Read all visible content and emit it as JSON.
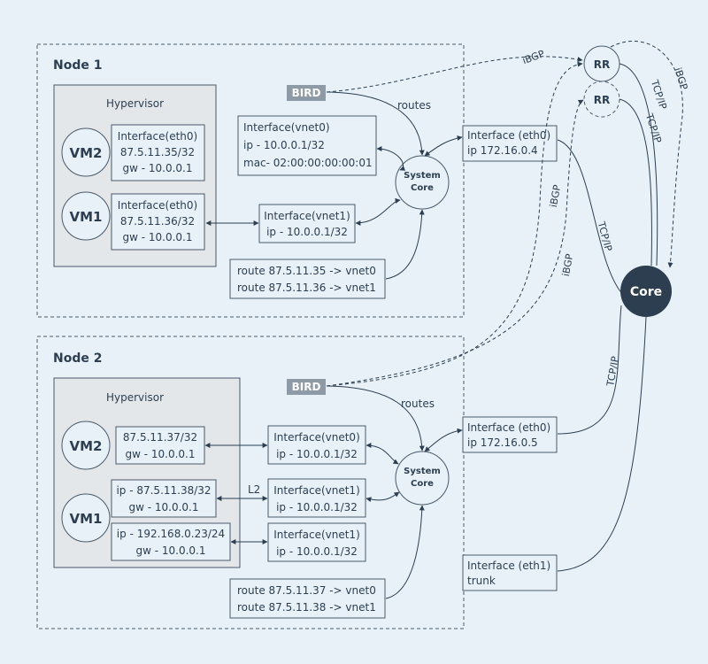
{
  "node1": {
    "title": "Node 1",
    "hypervisor": "Hypervisor",
    "vm2": {
      "name": "VM2",
      "iface": [
        "Interface(eth0)",
        "87.5.11.35/32",
        "gw - 10.0.0.1"
      ]
    },
    "vm1": {
      "name": "VM1",
      "iface": [
        "Interface(eth0)",
        "87.5.11.36/32",
        "gw - 10.0.0.1"
      ]
    },
    "vnet0": [
      "Interface(vnet0)",
      "ip - 10.0.0.1/32",
      "mac- 02:00:00:00:00:01"
    ],
    "vnet1": [
      "Interface(vnet1)",
      "ip - 10.0.0.1/32"
    ],
    "routes": [
      "route 87.5.11.35 -> vnet0",
      "route 87.5.11.36 -> vnet1"
    ],
    "bird": "BIRD",
    "routes_label": "routes",
    "system_core": [
      "System",
      "Core"
    ],
    "eth0": [
      "Interface (eth0)",
      "ip 172.16.0.4"
    ]
  },
  "node2": {
    "title": "Node 2",
    "hypervisor": "Hypervisor",
    "vm2": {
      "name": "VM2",
      "iface": [
        "87.5.11.37/32",
        "gw - 10.0.0.1"
      ]
    },
    "vm1": {
      "name": "VM1",
      "iface_a": [
        "ip - 87.5.11.38/32",
        "gw - 10.0.0.1"
      ],
      "iface_b": [
        "ip - 192.168.0.23/24",
        "gw - 10.0.0.1"
      ]
    },
    "vnet0": [
      "Interface(vnet0)",
      "ip - 10.0.0.1/32"
    ],
    "vnet1a": [
      "Interface(vnet1)",
      "ip - 10.0.0.1/32"
    ],
    "vnet1b": [
      "Interface(vnet1)",
      "ip - 10.0.0.1/32"
    ],
    "l2_label": "L2",
    "routes": [
      "route 87.5.11.37 -> vnet0",
      "route 87.5.11.38 -> vnet1"
    ],
    "bird": "BIRD",
    "routes_label": "routes",
    "system_core": [
      "System",
      "Core"
    ],
    "eth0": [
      "Interface (eth0)",
      "ip 172.16.0.5"
    ],
    "eth1": [
      "Interface (eth1)",
      "trunk"
    ]
  },
  "rr1": "RR",
  "rr2": "RR",
  "core": "Core",
  "labels": {
    "ibgp": "iBGP",
    "tcpip": "TCP/IP"
  },
  "colors": {
    "background": "#e8f1f7",
    "core": "#2c3e50",
    "bird": "#8e9aa6",
    "hypervisor": "#e4e7ea"
  }
}
